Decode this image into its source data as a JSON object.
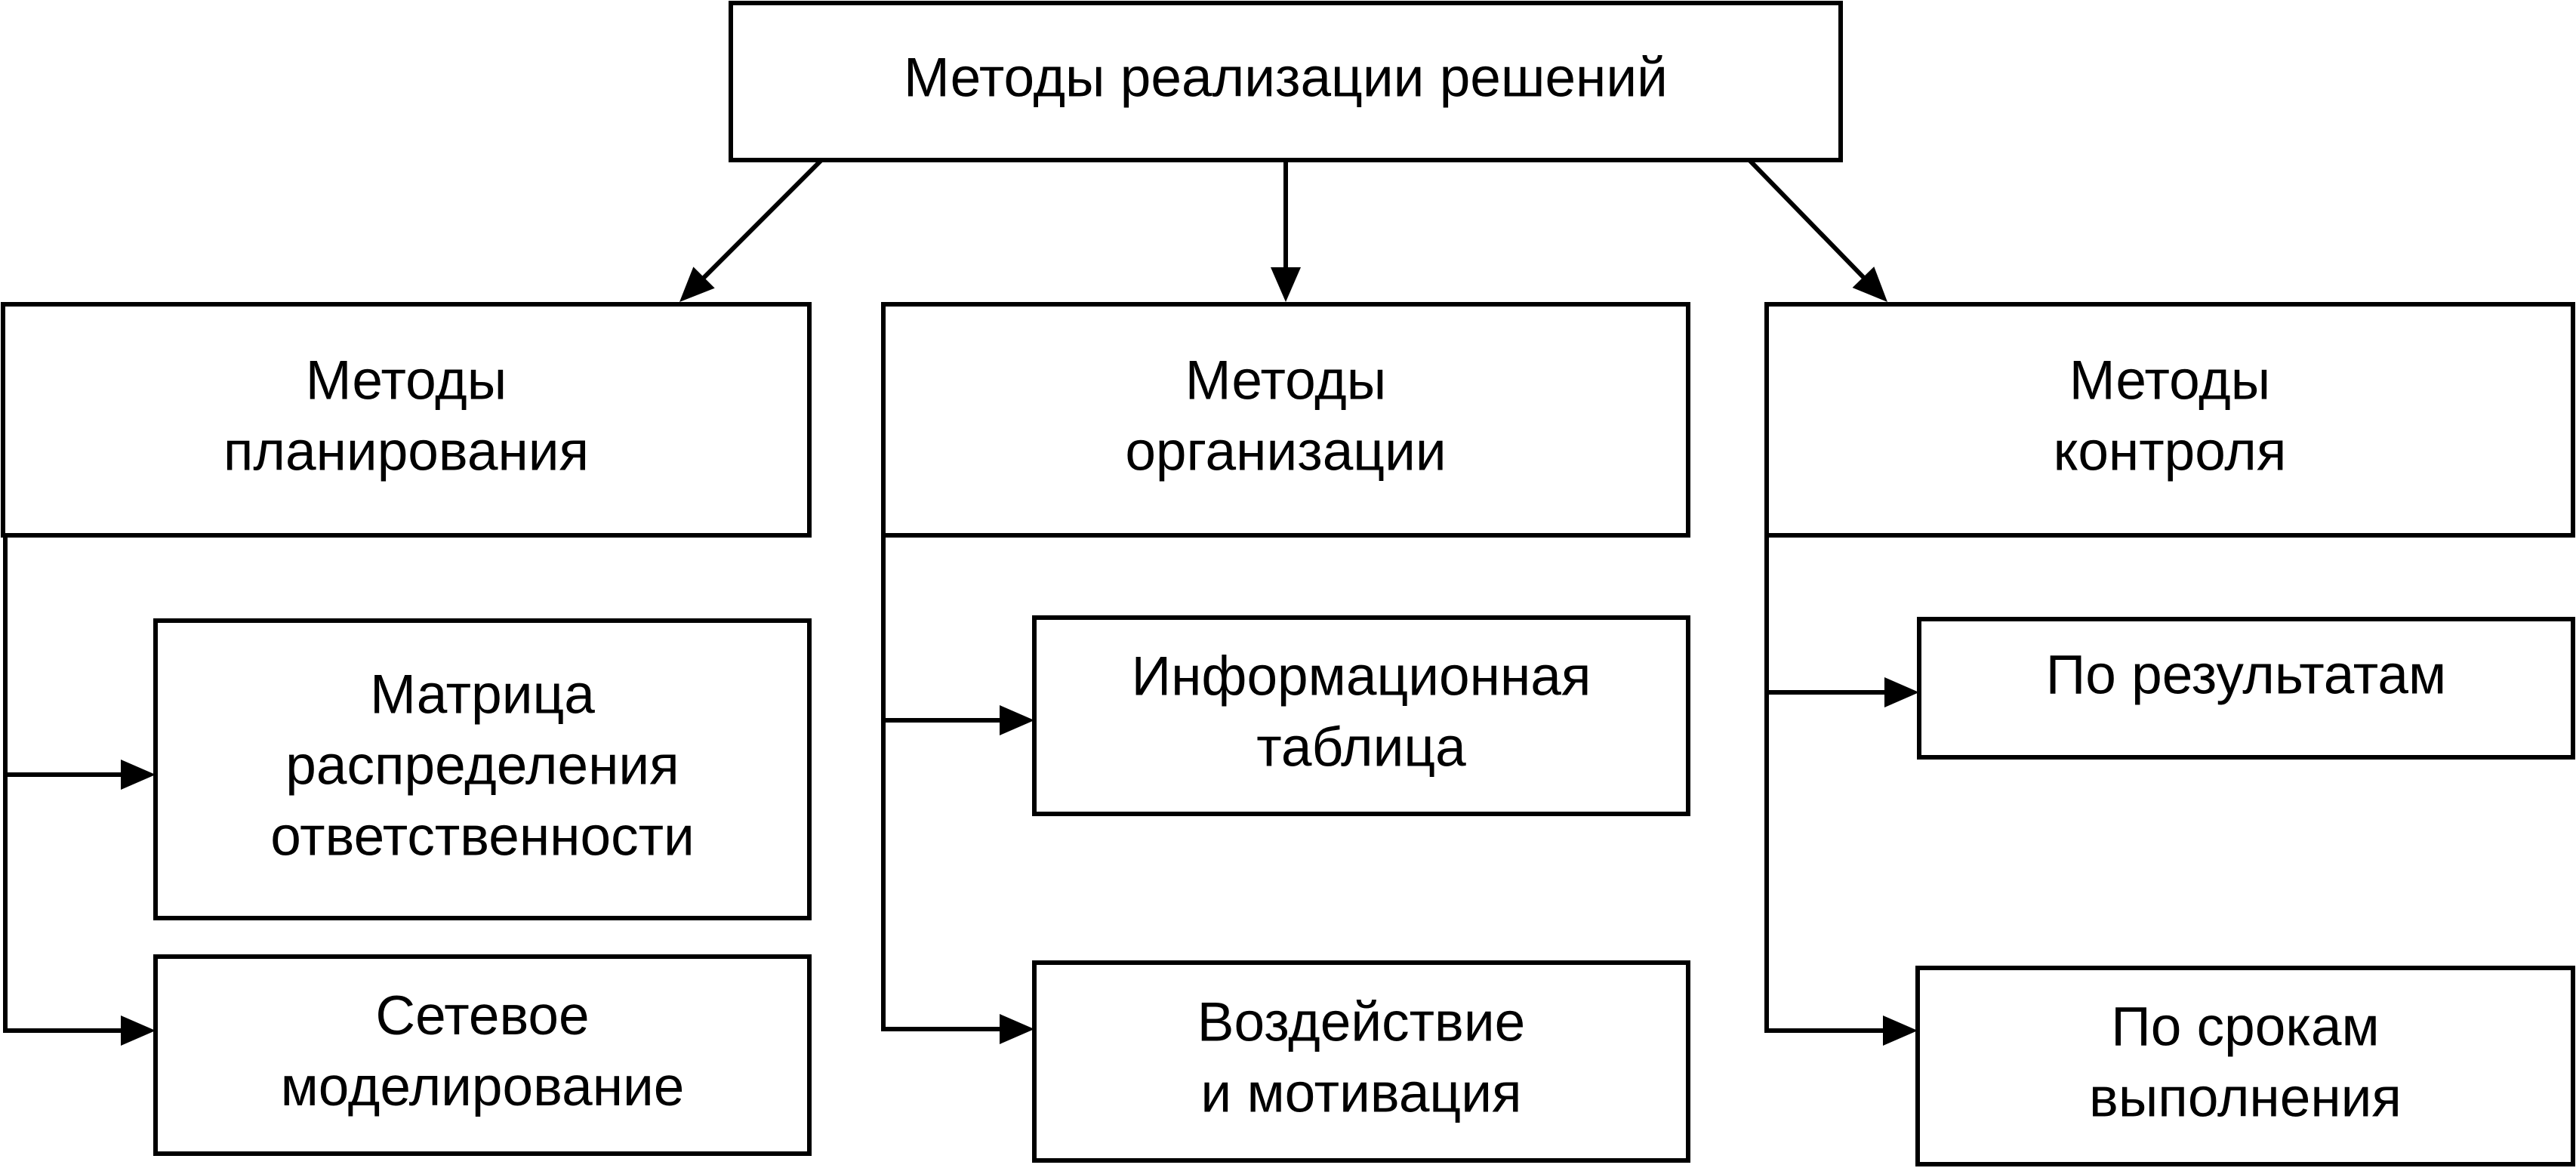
{
  "root": {
    "lines": [
      "Методы реализации решений"
    ]
  },
  "categories": [
    {
      "lines": [
        "Методы",
        "планирования"
      ],
      "children": [
        {
          "lines": [
            "Матрица",
            "распределения",
            "ответственности"
          ]
        },
        {
          "lines": [
            "Сетевое",
            "моделирование"
          ]
        }
      ]
    },
    {
      "lines": [
        "Методы",
        "организации"
      ],
      "children": [
        {
          "lines": [
            "Информационная",
            "таблица"
          ]
        },
        {
          "lines": [
            "Воздействие",
            "и мотивация"
          ]
        }
      ]
    },
    {
      "lines": [
        "Методы",
        "контроля"
      ],
      "children": [
        {
          "lines": [
            "По результатам"
          ]
        },
        {
          "lines": [
            "По срокам",
            "выполнения"
          ]
        }
      ]
    }
  ]
}
